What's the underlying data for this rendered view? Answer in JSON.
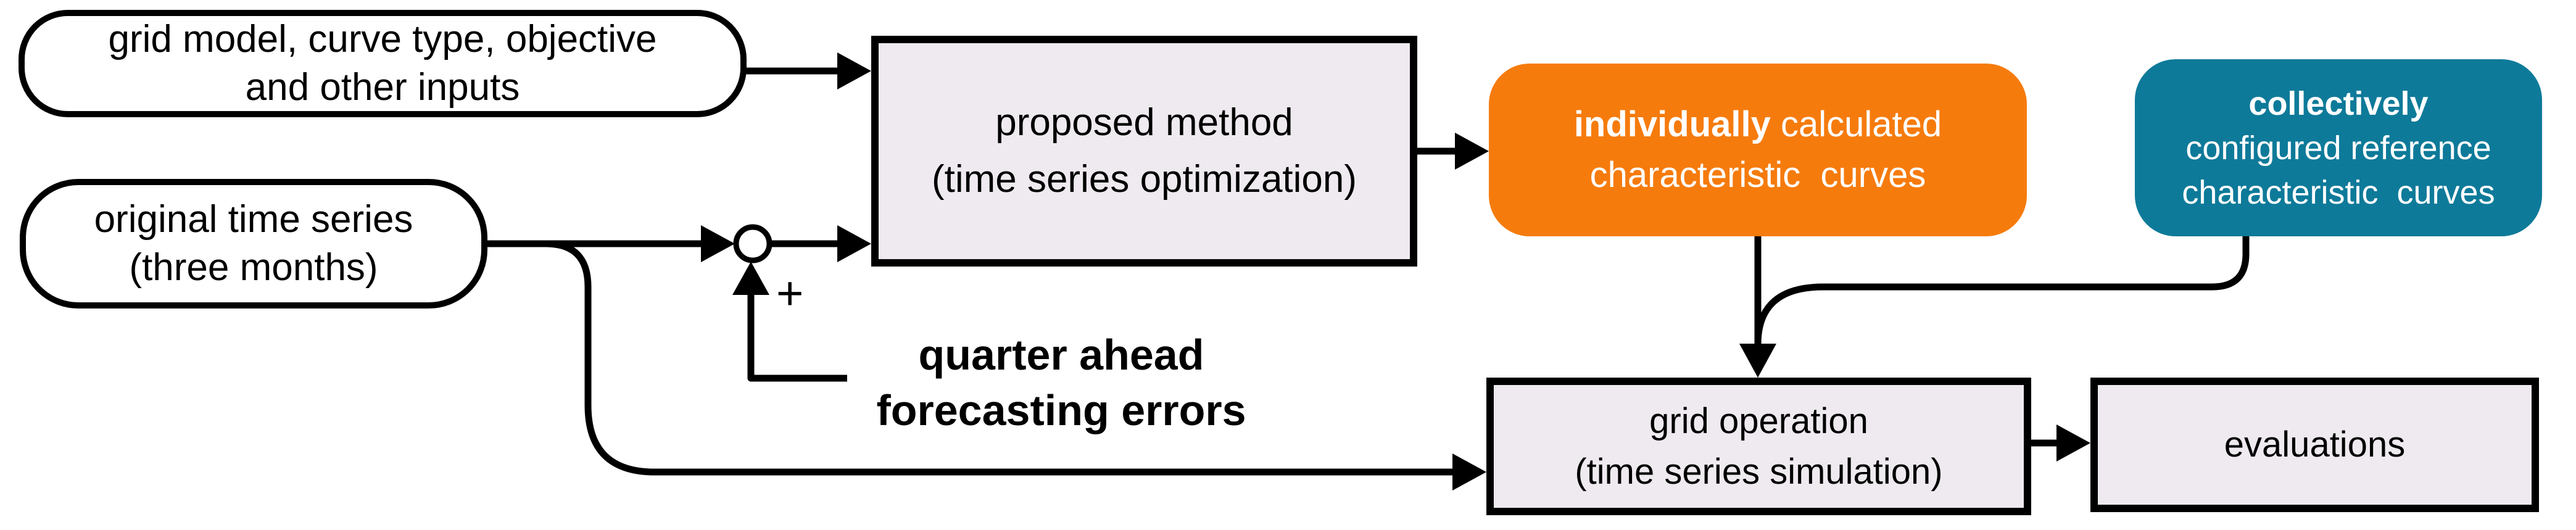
{
  "figure": {
    "type": "flow-diagram",
    "description_visible_only": "block diagram of proposed method workflow"
  },
  "boxes": {
    "inputs": {
      "line1": "grid model, curve type, objective",
      "line2": "and other inputs"
    },
    "original": {
      "line1": "original time series",
      "line2": "(three months)"
    },
    "proposed": {
      "line1": "proposed method",
      "line2": "(time series optimization)"
    },
    "individual": {
      "bold": "individually",
      "rest": " calculated",
      "line2": "characteristic  curves"
    },
    "collective": {
      "line1_bold": "collectively",
      "line2": "configured reference",
      "line3": "characteristic  curves"
    },
    "grid_operation": {
      "line1": "grid operation",
      "line2": "(time series simulation)"
    },
    "evaluations": {
      "line1": "evaluations"
    }
  },
  "labels": {
    "forecasting": {
      "line1": "quarter ahead",
      "line2": "forecasting errors"
    },
    "plus_sign": "+"
  },
  "colors": {
    "individual_fill": "#F67B0D",
    "collective_fill": "#0E7A99",
    "process_fill": "#EEEAEF",
    "line_color": "#000000",
    "background": "#FFFFFF"
  }
}
